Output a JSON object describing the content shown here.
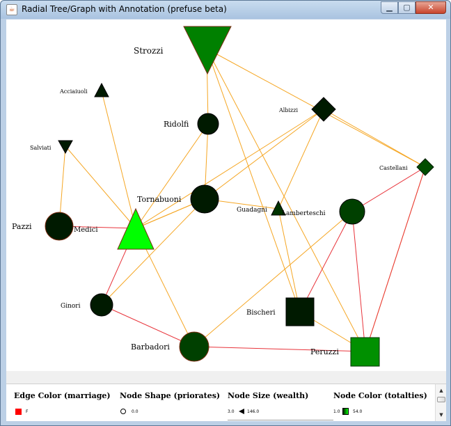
{
  "window": {
    "title": "Radial Tree/Graph with Annotation (prefuse beta)",
    "app_icon_glyph": "☕",
    "minimize_glyph": "▁",
    "maximize_glyph": "▢",
    "close_glyph": "✕"
  },
  "colors": {
    "edge_orange": "#f5a623",
    "edge_red": "#e8333a",
    "node_dark": "#002200",
    "node_green_1": "#004d00",
    "node_green_2": "#009000",
    "node_bright": "#00ff00",
    "node_stroke": "#7a2a10"
  },
  "graph": {
    "nodes": [
      {
        "id": "strozzi",
        "label": "Strozzi"
      },
      {
        "id": "acciaiuoli",
        "label": "Acciaiuoli"
      },
      {
        "id": "albizzi",
        "label": "Albizzi"
      },
      {
        "id": "ridolfi",
        "label": "Ridolfi"
      },
      {
        "id": "salviati",
        "label": "Salviati"
      },
      {
        "id": "castellani",
        "label": "Castellani"
      },
      {
        "id": "tornabuoni",
        "label": "Tornabuoni"
      },
      {
        "id": "guadagni",
        "label": "Guadagni"
      },
      {
        "id": "lamberteschi",
        "label": "Lamberteschi"
      },
      {
        "id": "pazzi",
        "label": "Pazzi"
      },
      {
        "id": "medici",
        "label": "Medici"
      },
      {
        "id": "ginori",
        "label": "Ginori"
      },
      {
        "id": "bischeri",
        "label": "Bischeri"
      },
      {
        "id": "barbadori",
        "label": "Barbadori"
      },
      {
        "id": "peruzzi",
        "label": "Peruzzi"
      }
    ]
  },
  "legend": {
    "edge_color": {
      "title": "Edge Color (marriage)",
      "value": "F"
    },
    "node_shape": {
      "title": "Node Shape (priorates)",
      "value": "0.0"
    },
    "node_size": {
      "title": "Node Size (wealth)",
      "min": "3.0",
      "max": "146.0"
    },
    "node_color": {
      "title": "Node Color (totalties)",
      "min": "1.0",
      "max": "54.0"
    }
  },
  "scrollbar": {
    "up_glyph": "▲",
    "down_glyph": "▼"
  }
}
